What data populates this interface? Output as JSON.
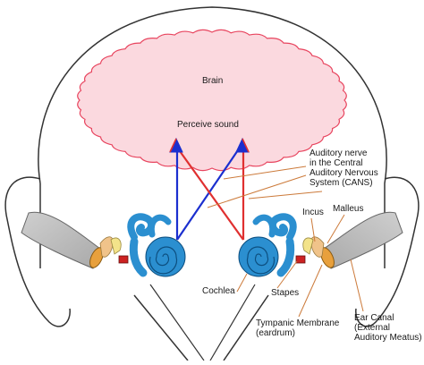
{
  "diagram": {
    "brain_label": "Brain",
    "perceive_label": "Perceive sound",
    "auditory_nerve_label": "Auditory nerve\nin the Central\nAuditory Nervous\nSystem (CANS)",
    "incus_label": "Incus",
    "malleus_label": "Malleus",
    "cochlea_label": "Cochlea",
    "stapes_label": "Stapes",
    "tympanic_label": "Tympanic Membrane\n(eardrum)",
    "ear_canal_label": "Ear Canal\n(External\nAuditory Meatus)"
  },
  "colors": {
    "brain_fill": "#fbd9df",
    "brain_outline": "#e8455f",
    "cochlea": "#2b8fd0",
    "pathway_red": "#e03030",
    "pathway_blue": "#1b2fcf",
    "ossicles": "#f0c38a",
    "head_outline": "#333333"
  }
}
